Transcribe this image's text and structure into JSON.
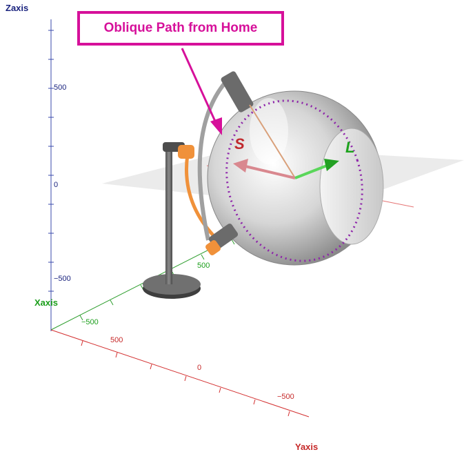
{
  "callout": {
    "text": "Oblique Path from Home"
  },
  "axes": {
    "z": {
      "title": "Zaxis",
      "ticks": [
        "500",
        "0",
        "−500"
      ],
      "color": "#1a237e"
    },
    "x": {
      "title": "Xaxis",
      "ticks": [
        "500",
        "−500"
      ],
      "color": "#1b9e1b"
    },
    "y": {
      "title": "Yaxis",
      "ticks": [
        "500",
        "0",
        "−500"
      ],
      "color": "#c62828"
    }
  },
  "vectors": {
    "s": {
      "label": "S",
      "color": "#c0282d"
    },
    "l": {
      "label": "L",
      "color": "#1ea31e"
    }
  },
  "colors": {
    "accent": "#d6109a",
    "orbit_ring": "#8e24aa",
    "arm": "#f0913a",
    "sphere": "#bdbdbd"
  }
}
